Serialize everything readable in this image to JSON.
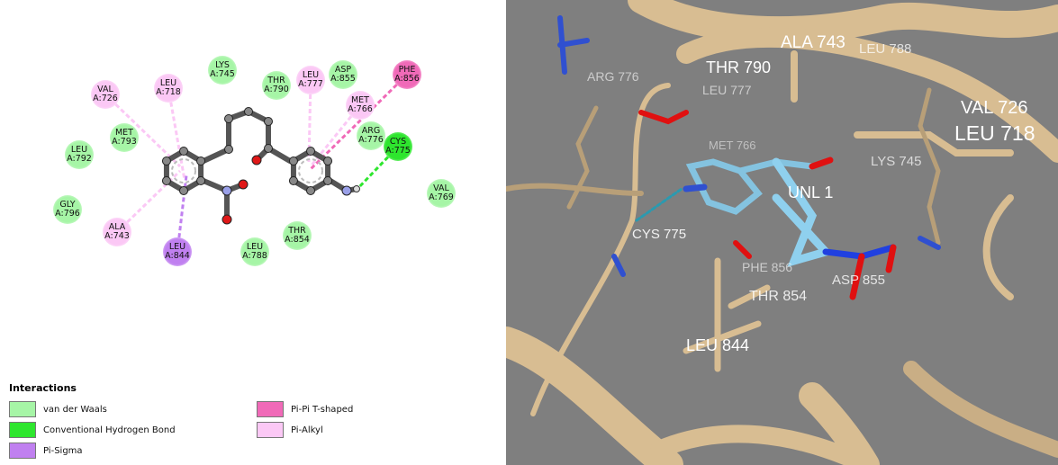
{
  "colors": {
    "vdw": "#a6f5a6",
    "hbond": "#2ee62e",
    "pi_sigma": "#c080f0",
    "pi_pi_t": "#f06ab8",
    "pi_alkyl": "#fbc8f5"
  },
  "residues": [
    {
      "name": "VAL",
      "id": "A:726",
      "type": "pi_alkyl"
    },
    {
      "name": "LEU",
      "id": "A:718",
      "type": "pi_alkyl"
    },
    {
      "name": "LYS",
      "id": "A:745",
      "type": "vdw"
    },
    {
      "name": "THR",
      "id": "A:790",
      "type": "vdw"
    },
    {
      "name": "LEU",
      "id": "A:777",
      "type": "pi_alkyl"
    },
    {
      "name": "ASP",
      "id": "A:855",
      "type": "vdw"
    },
    {
      "name": "PHE",
      "id": "A:856",
      "type": "pi_pi_t"
    },
    {
      "name": "MET",
      "id": "A:766",
      "type": "pi_alkyl"
    },
    {
      "name": "ARG",
      "id": "A:776",
      "type": "vdw"
    },
    {
      "name": "CYS",
      "id": "A:775",
      "type": "hbond"
    },
    {
      "name": "VAL",
      "id": "A:769",
      "type": "vdw"
    },
    {
      "name": "MET",
      "id": "A:793",
      "type": "vdw"
    },
    {
      "name": "LEU",
      "id": "A:792",
      "type": "vdw"
    },
    {
      "name": "GLY",
      "id": "A:796",
      "type": "vdw"
    },
    {
      "name": "ALA",
      "id": "A:743",
      "type": "pi_alkyl"
    },
    {
      "name": "LEU",
      "id": "A:844",
      "type": "pi_sigma"
    },
    {
      "name": "LEU",
      "id": "A:788",
      "type": "vdw"
    },
    {
      "name": "THR",
      "id": "A:854",
      "type": "vdw"
    }
  ],
  "legend": {
    "title": "Interactions",
    "items": [
      {
        "label": "van der Waals",
        "type": "vdw"
      },
      {
        "label": "Conventional Hydrogen Bond",
        "type": "hbond"
      },
      {
        "label": "Pi-Sigma",
        "type": "pi_sigma"
      },
      {
        "label": "Pi-Pi T-shaped",
        "type": "pi_pi_t"
      },
      {
        "label": "Pi-Alkyl",
        "type": "pi_alkyl"
      }
    ]
  },
  "view3d": {
    "labels": [
      "ALA 743",
      "LEU 788",
      "THR 790",
      "ARG 776",
      "LEU 777",
      "MET 766",
      "VAL 726",
      "LEU 718",
      "LYS 745",
      "UNL 1",
      "CYS 775",
      "PHE 856",
      "ASP 855",
      "THR 854",
      "LEU 844"
    ]
  }
}
